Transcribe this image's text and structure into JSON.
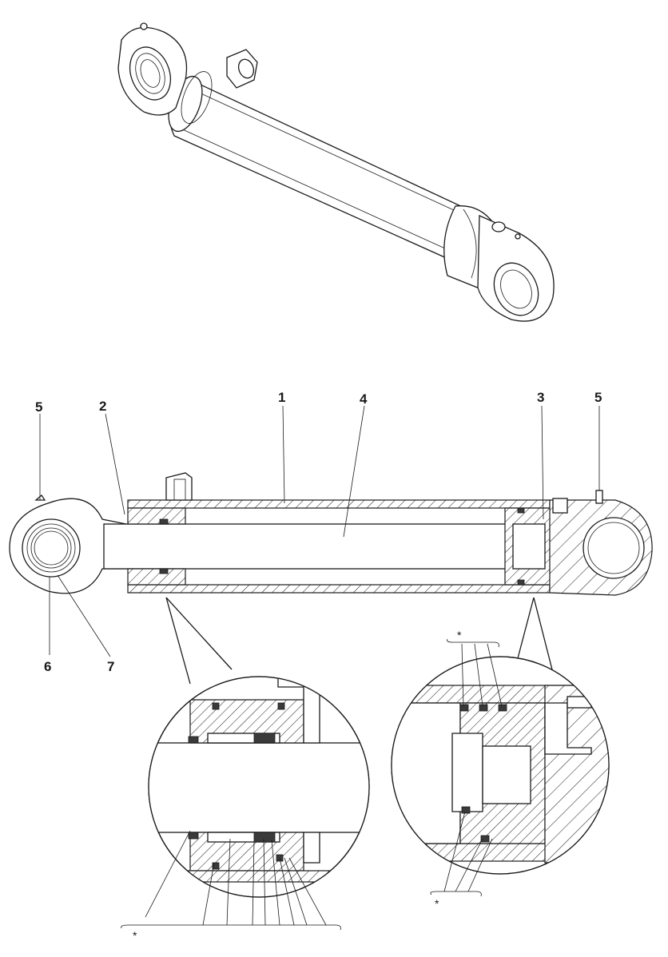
{
  "callouts": {
    "barrel": "1",
    "rod_guide": "2",
    "piston": "3",
    "rod": "4",
    "grease_fitting_left": "5",
    "grease_fitting_right": "5",
    "bushing": "6",
    "seal_ring": "7"
  },
  "detail_markers": {
    "rod_guide_detail": "*",
    "piston_detail": "*",
    "piston_detail_bottom": "*"
  }
}
